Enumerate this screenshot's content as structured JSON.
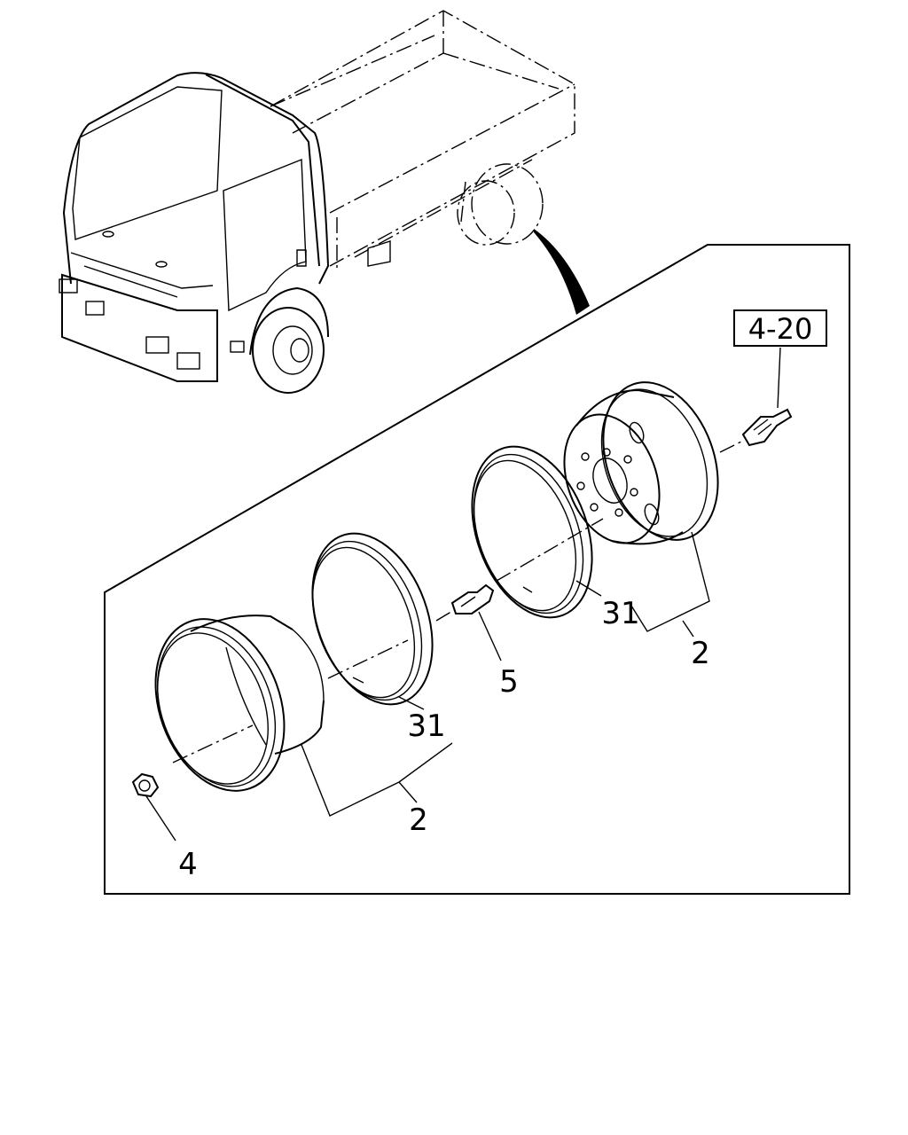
{
  "diagram": {
    "reference_box": {
      "label": "4-20"
    },
    "callouts": [
      {
        "id": "nut",
        "label": "4"
      },
      {
        "id": "rim-left",
        "label": "2"
      },
      {
        "id": "ring-left",
        "label": "31"
      },
      {
        "id": "stud",
        "label": "5"
      },
      {
        "id": "ring-right",
        "label": "31"
      },
      {
        "id": "rim-right",
        "label": "2"
      }
    ]
  }
}
